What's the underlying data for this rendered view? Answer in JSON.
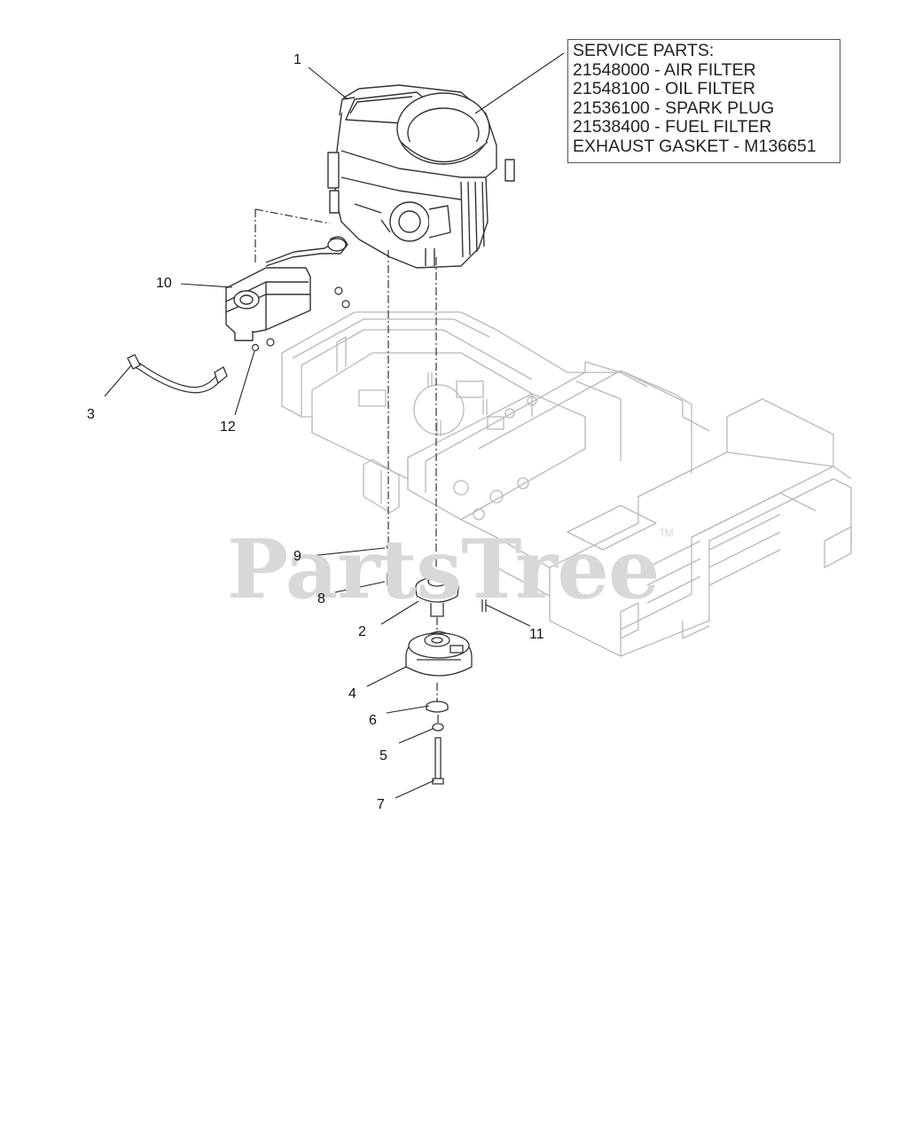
{
  "service_parts": {
    "lines": [
      "SERVICE PARTS:",
      "21548000 - AIR FILTER",
      "21548100 - OIL FILTER",
      "21536100 - SPARK PLUG",
      "21538400 - FUEL FILTER",
      "EXHAUST GASKET - M136651"
    ]
  },
  "callouts": {
    "c1": "1",
    "c2": "2",
    "c3": "3",
    "c4": "4",
    "c5": "5",
    "c6": "6",
    "c7": "7",
    "c8": "8",
    "c9": "9",
    "c10": "10",
    "c11": "11",
    "c12": "12"
  },
  "watermark": {
    "text": "PartsTree",
    "mark": "TM"
  }
}
